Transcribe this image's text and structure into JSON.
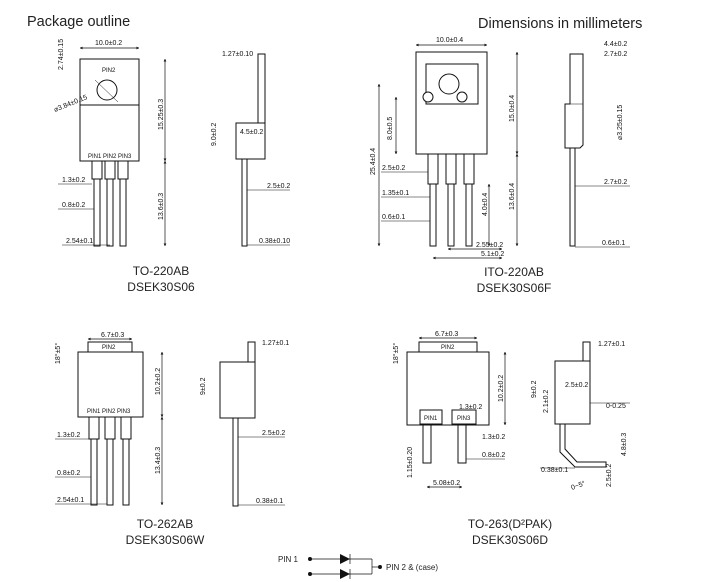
{
  "header": {
    "left": "Package outline",
    "right": "Dimensions in millimeters"
  },
  "packages": [
    {
      "name": "TO-220AB",
      "part": "DSEK30S06"
    },
    {
      "name": "ITO-220AB",
      "part": "DSEK30S06F"
    },
    {
      "name": "TO-262AB",
      "part": "DSEK30S06W"
    },
    {
      "name": "TO-263(D²PAK)",
      "part": "DSEK30S06D"
    }
  ],
  "dims": {
    "a_w": "10.0±0.2",
    "a_top": "2.74±0.15",
    "a_hole": "⌀3.84±0.15",
    "a_h": "15.25±0.3",
    "a_pins": "13.6±0.3",
    "a_pw": "1.3±0.2",
    "a_pt": "0.8±0.2",
    "a_pp": "2.54±0.1",
    "a_tab": "1.27±0.10",
    "a_side": "9.0±0.2",
    "a_step": "4.5±0.2",
    "a_lead": "2.5±0.2",
    "a_lt": "0.38±0.10",
    "b_w": "10.0±0.4",
    "b_tot": "25.4±0.4",
    "b_h": "15.0±0.4",
    "b_up": "8.0±0.5",
    "b_pins": "13.6±0.4",
    "b_pin4": "4.0±0.4",
    "b_25": "2.5±0.2",
    "b_135": "1.35±0.1",
    "b_06": "0.6±0.1",
    "b_255": "2.55±0.2",
    "b_51": "5.1±0.2",
    "b_44": "4.4±0.2",
    "b_27": "2.7±0.2",
    "b_hole": "⌀3.25±0.15",
    "b_27b": "2.7±0.2",
    "b_06b": "0.6±0.1",
    "c_w": "6.7±0.3",
    "c_ang": "18°±5°",
    "c_h": "10.2±0.2",
    "c_pins": "13.4±0.3",
    "c_pw": "1.3±0.2",
    "c_pt": "0.8±0.2",
    "c_pp": "2.54±0.1",
    "c_tab": "1.27±0.1",
    "c_side": "9±0.2",
    "c_lead": "2.5±0.2",
    "c_lt": "0.38±0.1",
    "d_w": "6.7±0.3",
    "d_ang": "18°±5°",
    "d_h": "10.2±0.2",
    "d_13": "1.3±0.2",
    "d_13b": "1.3±0.2",
    "d_08": "0.8±0.2",
    "d_115": "1.15±0.20",
    "d_508": "5.08±0.2",
    "d_tab": "1.27±0.1",
    "d_side": "9±0.2",
    "d_21": "2.1±0.2",
    "d_25": "2.5±0.2",
    "d_00": "0-0.25",
    "d_48": "4.8±0.3",
    "d_038": "0.38±0.1",
    "d_25b": "2.5±0.2",
    "d_ang2": "0~5°"
  },
  "pins": {
    "pin": "PIN2",
    "pin_short": "PIN2",
    "row": "PIN1 PIN2 PIN3",
    "p1": "PIN1",
    "p3": "PIN3"
  },
  "legend": {
    "pin1": "PIN 1",
    "pin2": "PIN 2 & (case)"
  }
}
